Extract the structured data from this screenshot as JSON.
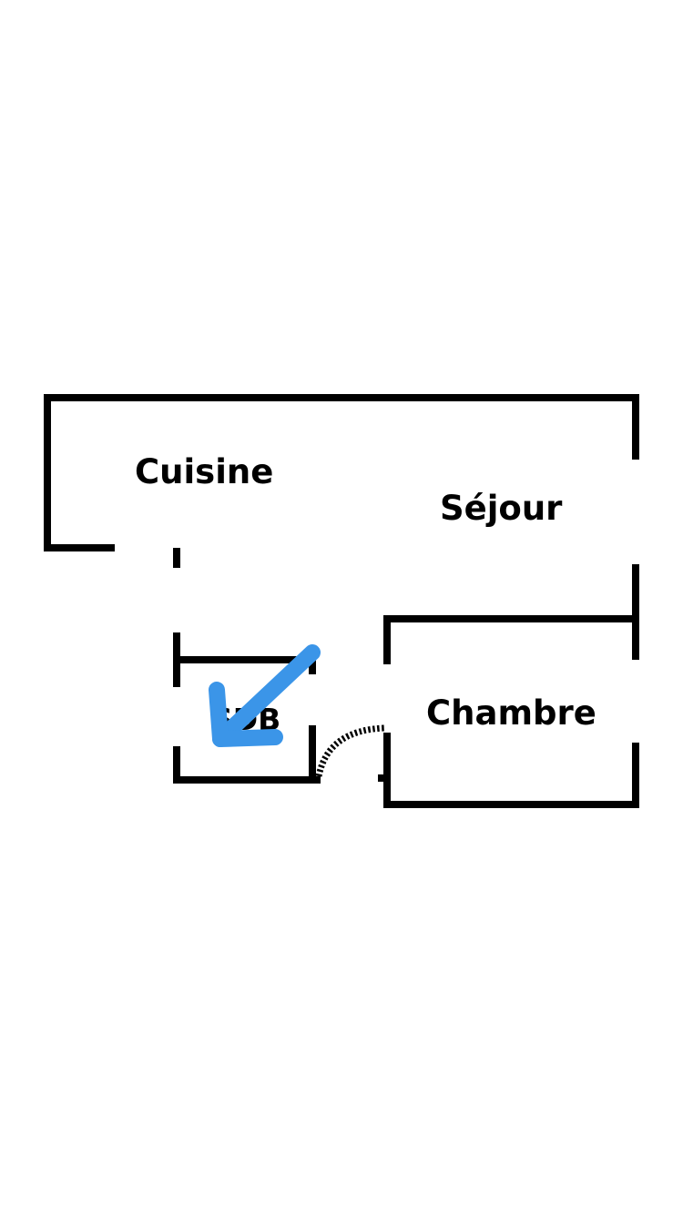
{
  "floor_plan": {
    "rooms": {
      "kitchen": "Cuisine",
      "living_room": "Séjour",
      "bedroom": "Chambre",
      "bathroom": "SDB"
    },
    "annotation": {
      "type": "arrow",
      "color": "#3B95E8",
      "points_to": "SDB"
    },
    "wall_color": "#000000"
  }
}
